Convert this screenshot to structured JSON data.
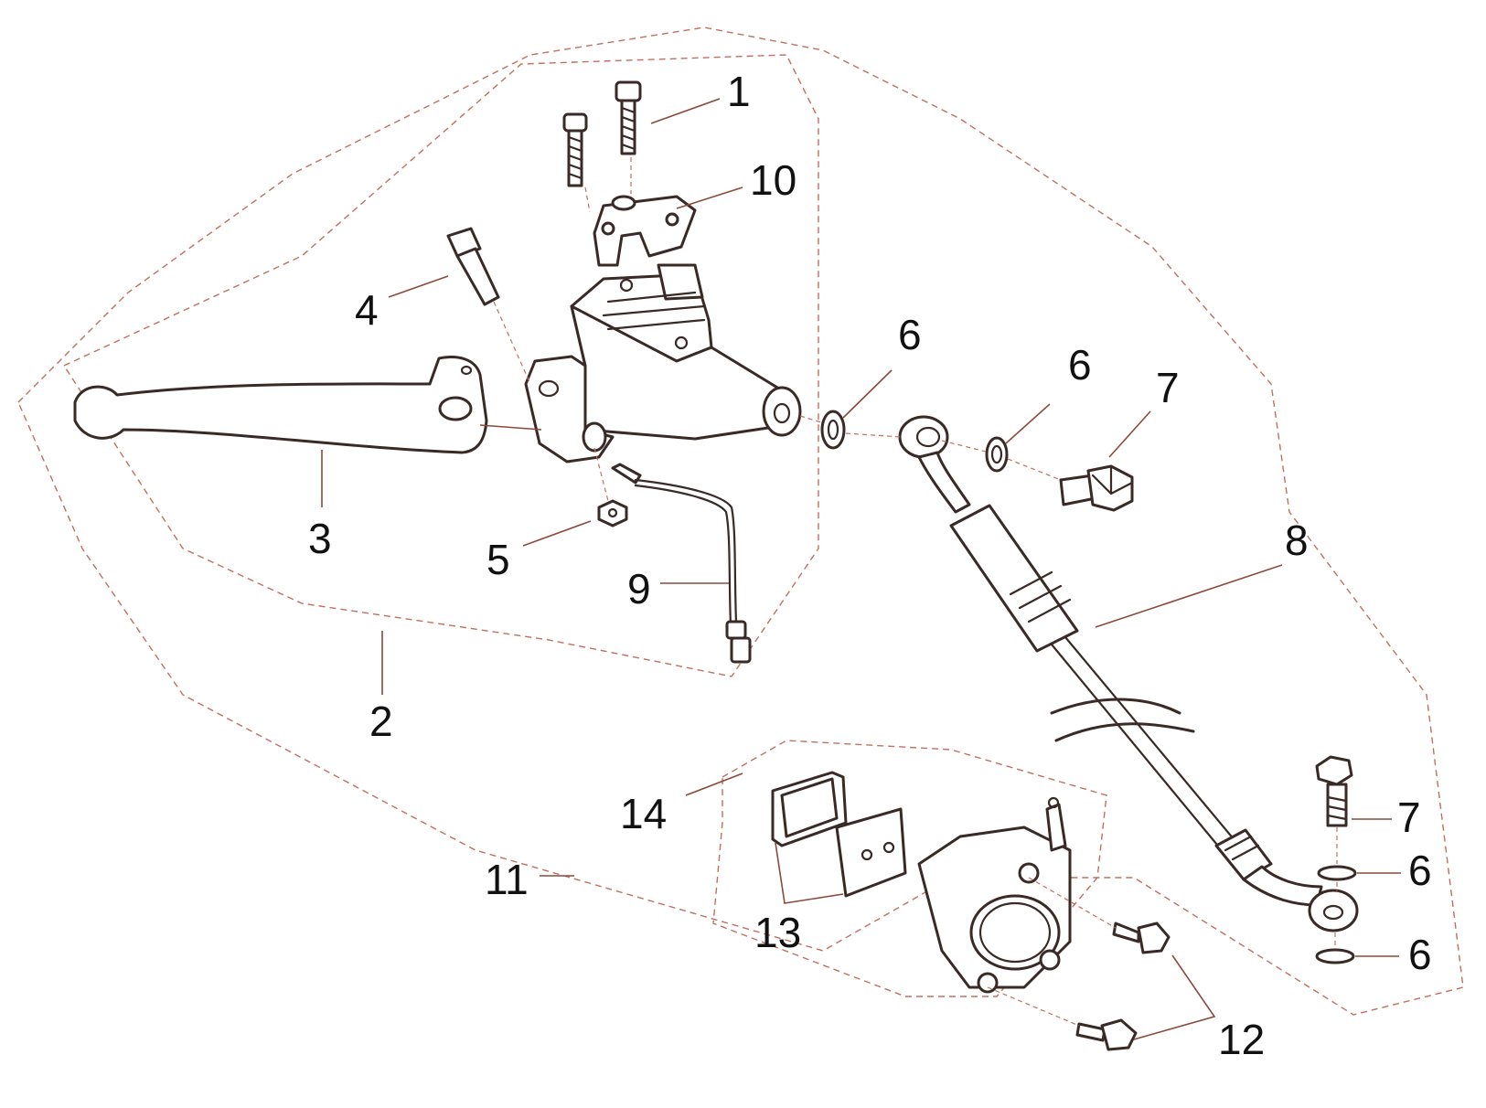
{
  "diagram": {
    "callouts": {
      "c1": "1",
      "c2": "2",
      "c3": "3",
      "c4": "4",
      "c5": "5",
      "c6a": "6",
      "c6b": "6",
      "c6c": "6",
      "c6d": "6",
      "c7a": "7",
      "c7b": "7",
      "c8": "8",
      "c9": "9",
      "c10": "10",
      "c11": "11",
      "c12": "12",
      "c13": "13",
      "c14": "14"
    },
    "colors": {
      "line": "#3a2a26",
      "leader": "#8a4a3a",
      "group_outline": "#c0705e"
    }
  }
}
